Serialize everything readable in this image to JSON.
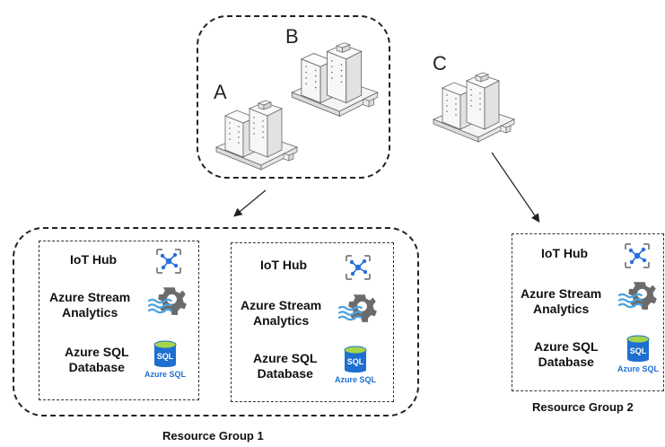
{
  "sites": [
    {
      "label": "A"
    },
    {
      "label": "B"
    },
    {
      "label": "C"
    }
  ],
  "services": {
    "iot_hub": "IoT Hub",
    "stream_analytics": [
      "Azure Stream",
      "Analytics"
    ],
    "sql_database": [
      "Azure SQL",
      "Database"
    ],
    "sql_icon_text": "SQL",
    "sql_icon_caption": "Azure SQL"
  },
  "resource_groups": [
    {
      "label": "Resource Group 1"
    },
    {
      "label": "Resource Group 2"
    }
  ],
  "icons": [
    "iot-hub-icon",
    "stream-analytics-icon",
    "azure-sql-icon",
    "building-icon"
  ],
  "colors": {
    "iot_blue": "#2a6fdb",
    "sql_blue": "#1e6fd0",
    "sql_green": "#a6d44a",
    "gear_gray": "#6b6b6b",
    "wave_blue": "#4aa3df"
  }
}
